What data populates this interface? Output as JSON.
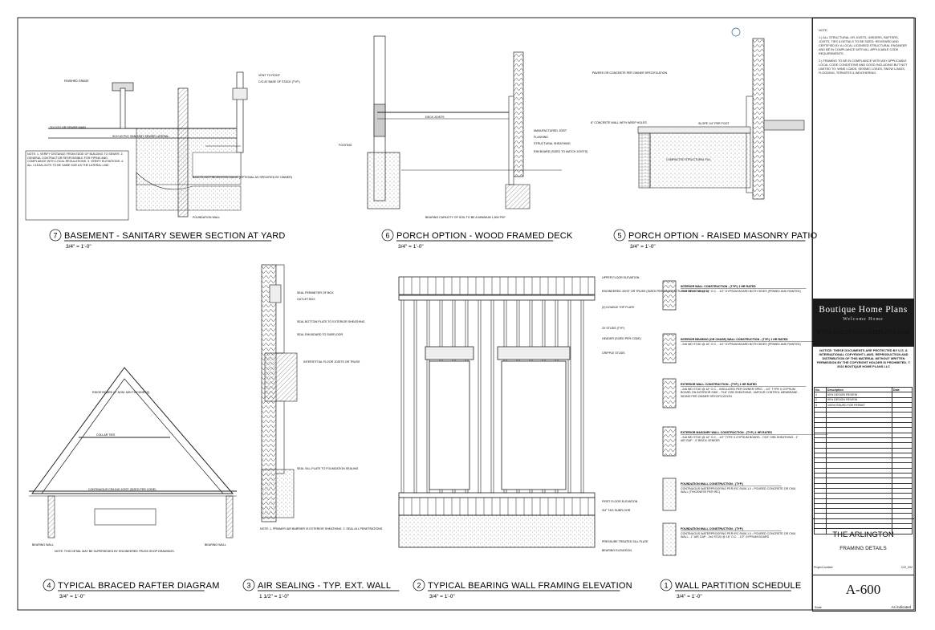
{
  "sheet": {
    "number": "A-600",
    "scale_note": "As indicated",
    "project_number_label": "Project number",
    "project_number": "C22_002",
    "scale_label": "Scale",
    "project_name": "THE ARLINGTON",
    "sheet_title": "FRAMING DETAILS",
    "brand_name": "Boutique Home Plans",
    "brand_tagline": "Welcome Home",
    "website": "WWW.BOUTIQUEHOMEPLANS.COM",
    "copyright": "NOTICE: THESE DOCUMENTS ARE PROTECTED BY U.S. & INTERNATIONAL COPYRIGHT LAWS. REPRODUCTION AND DISTRIBUTION OF THIS MATERIAL WITHOUT WRITTEN PERMISSION BY THE COPYRIGHT HOLDER IS PROHIBITED. © 2022 BOUTIQUE HOME PLANS LLC",
    "notes_heading": "NOTE:",
    "notes": [
      "1.) ALL STRUCTURAL OR JOISTS, GIRDERS, RAFTERS, JOISTS, TIES & DETAILS TO BE SIZED, REVIEWED AND CERTIFIED BY A LOCAL LICENSED STRUCTURAL ENGINEER AND BE IN COMPLIANCE WITH ALL APPLICABLE CODE REQUIREMENTS.",
      "2.) FRAMING TO BE IN COMPLIANCE WITH ANY APPLICABLE LOCAL CODE CONDITIONS AND GOOD INCLUDING BUT NOT LIMITED TO: WIND LOADS, SEISMIC LOADS, SNOW LOADS, FLOODING, TERMITES & WEATHERING."
    ],
    "revisions_header": [
      "No.",
      "Description",
      "Date"
    ],
    "revisions": [
      [
        "1",
        "50% DESIGN REVIEW",
        ""
      ],
      [
        "2",
        "90% DESIGN REVIEW",
        ""
      ],
      [
        "3",
        "100% ISSUED FOR PERMIT",
        ""
      ]
    ]
  },
  "details": [
    {
      "id": "7",
      "title": "BASEMENT - SANITARY SEWER SECTION AT YARD",
      "scale": "3/4\" = 1'-0\""
    },
    {
      "id": "6",
      "title": "PORCH OPTION - WOOD FRAMED DECK",
      "scale": "3/4\" = 1'-0\""
    },
    {
      "id": "5",
      "title": "PORCH OPTION - RAISED MASONRY PATIO",
      "scale": "3/4\" = 1'-0\""
    },
    {
      "id": "4",
      "title": "TYPICAL BRACED RAFTER DIAGRAM",
      "scale": "3/4\" = 1'-0\""
    },
    {
      "id": "3",
      "title": "AIR SEALING - TYP. EXT. WALL",
      "scale": "1 1/2\" = 1'-0\""
    },
    {
      "id": "2",
      "title": "TYPICAL BEARING WALL FRAMING ELEVATION",
      "scale": "3/4\" = 1'-0\""
    },
    {
      "id": "1",
      "title": "WALL PARTITION SCHEDULE",
      "scale": "3/4\" = 1'-0\""
    }
  ],
  "labels": {
    "sewer": [
      "VENT TO ROOF",
      "C/O AT BASE OF STACK (TYP.)",
      "TO CITY OR SEWER MAIN",
      "SCH 40 PVC SANITARY SEWER LATERAL",
      "BACKFLOW PREVENTION VALVE (OPTIONAL AS SPECIFIED BY OWNER)",
      "FOUNDATION WALL",
      "FINISHED GRADE"
    ],
    "sewer_notes": "NOTE: 1. VERIFY DISTANCE FROM EDGE OF BUILDING TO SEWER. 2. GENERAL CONTRACTOR RESPONSIBLE FOR PIPING AND COMPLIANCE WITH LOCAL REGULATIONS. 3. VERIFY ELEVATIONS. 4. ALL CLEAN-OUTS TO BE SAME SIZE AS THE LATERAL LINE.",
    "deck": [
      "DECK JOISTS",
      "MANUFACTURED JOIST",
      "FLASHING",
      "STRUCTURAL SHEATHING",
      "RIM BOARD (SIZED TO MATCH JOISTS)",
      "FOOTING",
      "BEARING CAPACITY OF SOIL TO BE A MINIMUM 1,500 PSF"
    ],
    "patio": [
      "PAVERS OR CONCRETE PER OWNER SPECIFICATION",
      "SLOPE 1/4\" PER FOOT",
      "8\" CONCRETE WALL WITH WEEP HOLES",
      "COMPACTED STRUCTURAL FILL"
    ],
    "rafter": [
      "RIDGE BOARD (2\" NOM. MIN THICKNESS)",
      "COLLAR TIES",
      "CONTINUOUS CEILING JOIST (SIZED PER CODE)",
      "BEARING WALL",
      "BEARING WALL"
    ],
    "rafter_note": "NOTE: THIS DETAIL MAY BE SUPERSEDED BY ENGINEERED TRUSS SHOP DRAWINGS.",
    "air": [
      "SEAL PERIMETER OF BOX",
      "OUTLET BOX",
      "SEAL BOTTOM PLATE TO EXTERIOR SHEATHING",
      "SEAL RIM BOARD TO SUBFLOOR",
      "INTERSTITIAL FLOOR JOISTS OR TRUSS",
      "SEAL SILL PLATE TO FOUNDATION SEALING"
    ],
    "air_note": "NOTE: 1. PRIMARY AIR BARRIER IS EXTERIOR SHEATHING. 2. SEAL ALL PENETRATIONS.",
    "bearing": [
      "UPPER FLOOR ELEVATION",
      "ENGINEERED JOIST OR TRUSS (SIZED PER MANUFACTURER SPAN TABLES)",
      "(2) DOUBLE TOP PLATE",
      "2X STUDS (TYP.)",
      "HEADER (SIZED PER CODE)",
      "CRIPPLE STUDS",
      "FIRST FLOOR ELEVATION",
      "3/4\" T&G SUBFLOOR",
      "PRESSURE TREATED SILL PLATE",
      "BEARING ELEVATION"
    ],
    "partition": [
      {
        "title": "INTERIOR WALL CONSTRUCTION - (TYP.) 1 HR RATED",
        "text": "- 2x4 WD STUD @ 16\" O.C. - 1/2\" GYPSUM BOARD BOTH SIDES (PRIMED AND PAINTED)"
      },
      {
        "title": "INTERIOR BEARING (OR CHASE) WALL CONSTRUCTION - (TYP.) 1 HR RATED",
        "text": "- 2x6 WD STUD @ 16\" O.C. - 1/2\" GYPSUM BOARD BOTH SIDES (PRIMED AND PAINTED)"
      },
      {
        "title": "EXTERIOR WALL CONSTRUCTION - (TYP.) 1 HR RATED",
        "text": "- 2x6 WD STUD @ 16\" O.C. - INSULATED PER OWNER SPEC. - 1/2\" TYPE X GYPSUM BOARD ON INTERIOR SIDE - 7/16\" OSB SHEATHING, VAPOUR CONTROL MEMBRANE - SIDING PER OWNER SPECIFICATION"
      },
      {
        "title": "EXTERIOR MASONRY WALL CONSTRUCTION - (TYP.) 1 HR RATED",
        "text": "- 2x6 WD STUD @ 16\" O.C. - 1/2\" TYPE X GYPSUM BOARD - 7/16\" OSB SHEATHING - 1\" AIR GAP - 4\" BRICK VENEER"
      },
      {
        "title": "FOUNDATION WALL CONSTRUCTION - (TYP.)",
        "text": "CONTINUOUS WATERPROOFING PER IRC R406.1.0 - POURED CONCRETE OR CMU WALL (THICKNESS PER IRC)"
      },
      {
        "title": "FOUNDATION WALL CONSTRUCTION - (TYP.)",
        "text": "CONTINUOUS WATERPROOFING PER IRC R406.1.0 - POURED CONCRETE OR CMU WALL - 1\" AIR GAP - 2x4 STUD @ 16\" O.C. - 1/2\" GYPSUM BOARD"
      }
    ]
  }
}
